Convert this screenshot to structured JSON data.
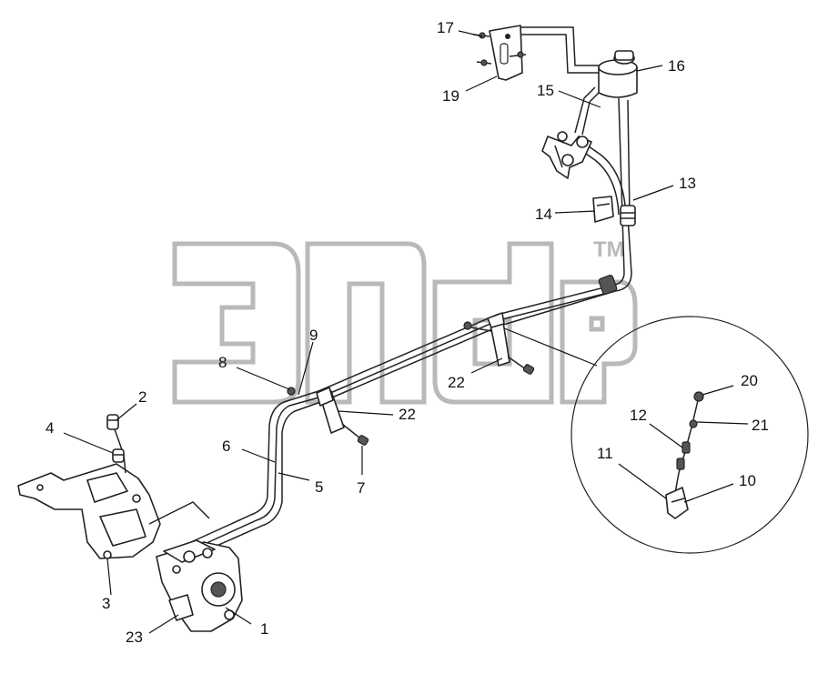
{
  "watermark": {
    "trademark": "TM"
  },
  "callouts": [
    {
      "id": "c1",
      "label": "1"
    },
    {
      "id": "c2",
      "label": "2"
    },
    {
      "id": "c3",
      "label": "3"
    },
    {
      "id": "c4",
      "label": "4"
    },
    {
      "id": "c5",
      "label": "5"
    },
    {
      "id": "c6",
      "label": "6"
    },
    {
      "id": "c7",
      "label": "7"
    },
    {
      "id": "c8",
      "label": "8"
    },
    {
      "id": "c9",
      "label": "9"
    },
    {
      "id": "c10",
      "label": "10"
    },
    {
      "id": "c11",
      "label": "11"
    },
    {
      "id": "c12",
      "label": "12"
    },
    {
      "id": "c13",
      "label": "13"
    },
    {
      "id": "c14",
      "label": "14"
    },
    {
      "id": "c15",
      "label": "15"
    },
    {
      "id": "c16",
      "label": "16"
    },
    {
      "id": "c17",
      "label": "17"
    },
    {
      "id": "c19",
      "label": "19"
    },
    {
      "id": "c20",
      "label": "20"
    },
    {
      "id": "c21",
      "label": "21"
    },
    {
      "id": "c22a",
      "label": "22"
    },
    {
      "id": "c22b",
      "label": "22"
    },
    {
      "id": "c23",
      "label": "23"
    }
  ]
}
